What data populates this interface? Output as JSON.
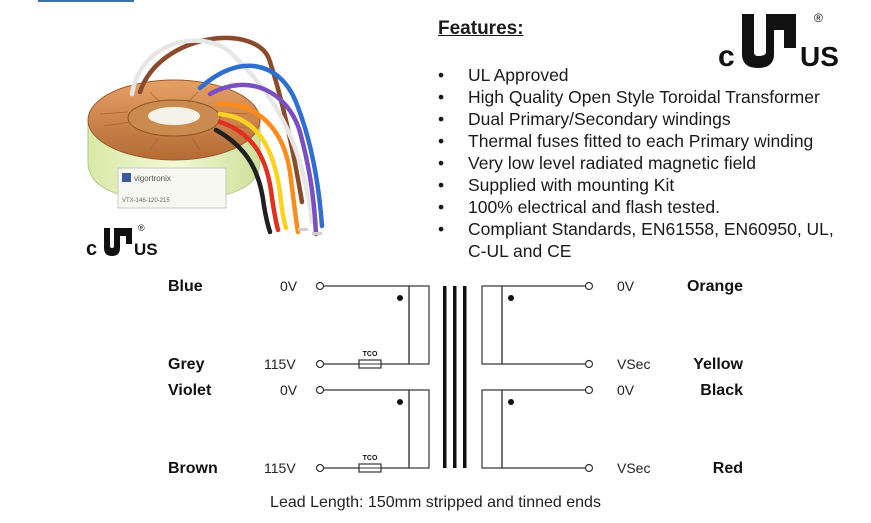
{
  "features": {
    "title": "Features:",
    "items": [
      "UL Approved",
      "High Quality Open Style Toroidal Transformer",
      "Dual Primary/Secondary windings",
      "Thermal fuses fitted to each Primary winding",
      "Very low level radiated magnetic field",
      "Supplied with mounting Kit",
      "100% electrical and flash tested.",
      "Compliant Standards, EN61558, EN60950, UL,",
      "C-UL and CE"
    ]
  },
  "ul_logo": {
    "left": "c",
    "right": "US",
    "registered": "®"
  },
  "product_label": {
    "brand": "vigortronix",
    "part": "VTX-146-120-215"
  },
  "schematic": {
    "primary": [
      {
        "color": "Blue",
        "voltage": "0V"
      },
      {
        "color": "Grey",
        "voltage": "115V"
      },
      {
        "color": "Violet",
        "voltage": "0V"
      },
      {
        "color": "Brown",
        "voltage": "115V"
      }
    ],
    "secondary": [
      {
        "color": "Orange",
        "voltage": "0V"
      },
      {
        "color": "Yellow",
        "voltage": "VSec"
      },
      {
        "color": "Black",
        "voltage": "0V"
      },
      {
        "color": "Red",
        "voltage": "VSec"
      }
    ],
    "fuse_label": "TCO"
  },
  "footer": {
    "lead_length": "Lead Length: 150mm stripped and tinned ends"
  },
  "wire_colors": [
    "#8b4a2b",
    "#f0f0f0",
    "#2f6fd0",
    "#7a4fc4",
    "#ff8c1a",
    "#ffd21f",
    "#e0301e",
    "#202020"
  ]
}
